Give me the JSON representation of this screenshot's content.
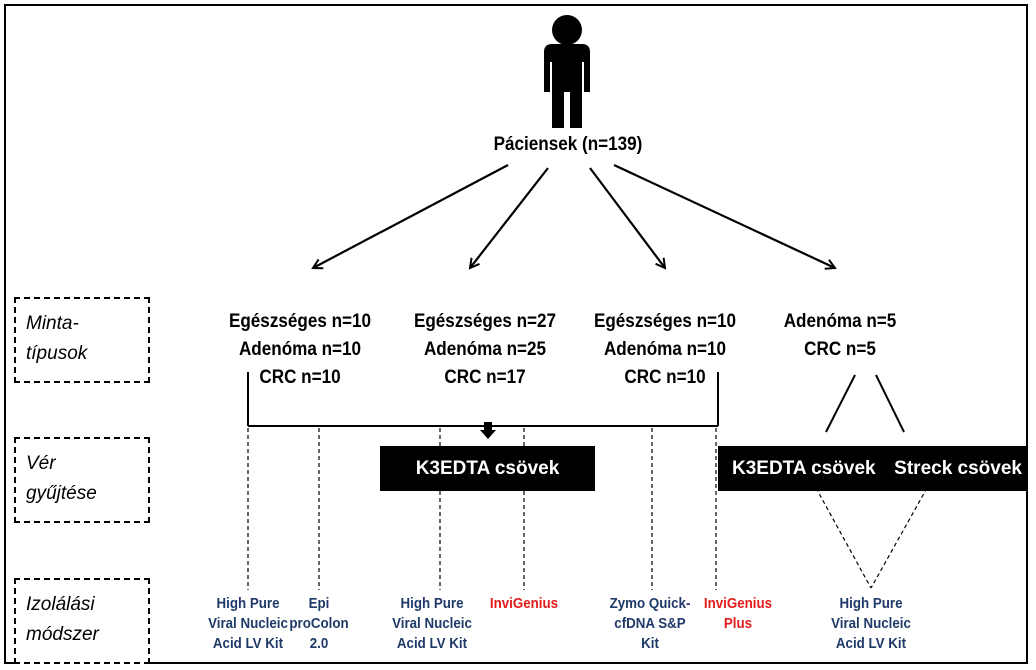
{
  "patients_label": "Páciensek (n=139)",
  "row_labels": {
    "sample_types": "Minta-\ntípusok",
    "blood_collection": "Vér\ngyűjtése",
    "isolation_method": "Izolálási\nmódszer"
  },
  "groups": [
    "Egészséges n=10\nAdenóma n=10\nCRC n=10",
    "Egészséges n=27\nAdenóma n=25\nCRC n=17",
    "Egészséges n=10\nAdenóma n=10\nCRC n=10",
    "Adenóma n=5\nCRC n=5"
  ],
  "tubes": {
    "k3edta_left": "K3EDTA csövek",
    "k3edta_right": "K3EDTA csövek",
    "streck": "Streck csövek"
  },
  "methods": [
    {
      "text": "High Pure\nViral Nucleic\nAcid LV Kit",
      "color": "#1f3a68"
    },
    {
      "text": "Epi\nproColon\n2.0",
      "color": "#1f3a68"
    },
    {
      "text": "High Pure\nViral Nucleic\nAcid LV Kit",
      "color": "#1f3a68"
    },
    {
      "text": "InviGenius",
      "color": "#e21b1b"
    },
    {
      "text": "Zymo Quick-\ncfDNA S&P\nKit",
      "color": "#1f3a68"
    },
    {
      "text": "InviGenius\nPlus",
      "color": "#e21b1b"
    },
    {
      "text": "High Pure\nViral Nucleic\nAcid LV Kit",
      "color": "#1f3a68"
    }
  ]
}
